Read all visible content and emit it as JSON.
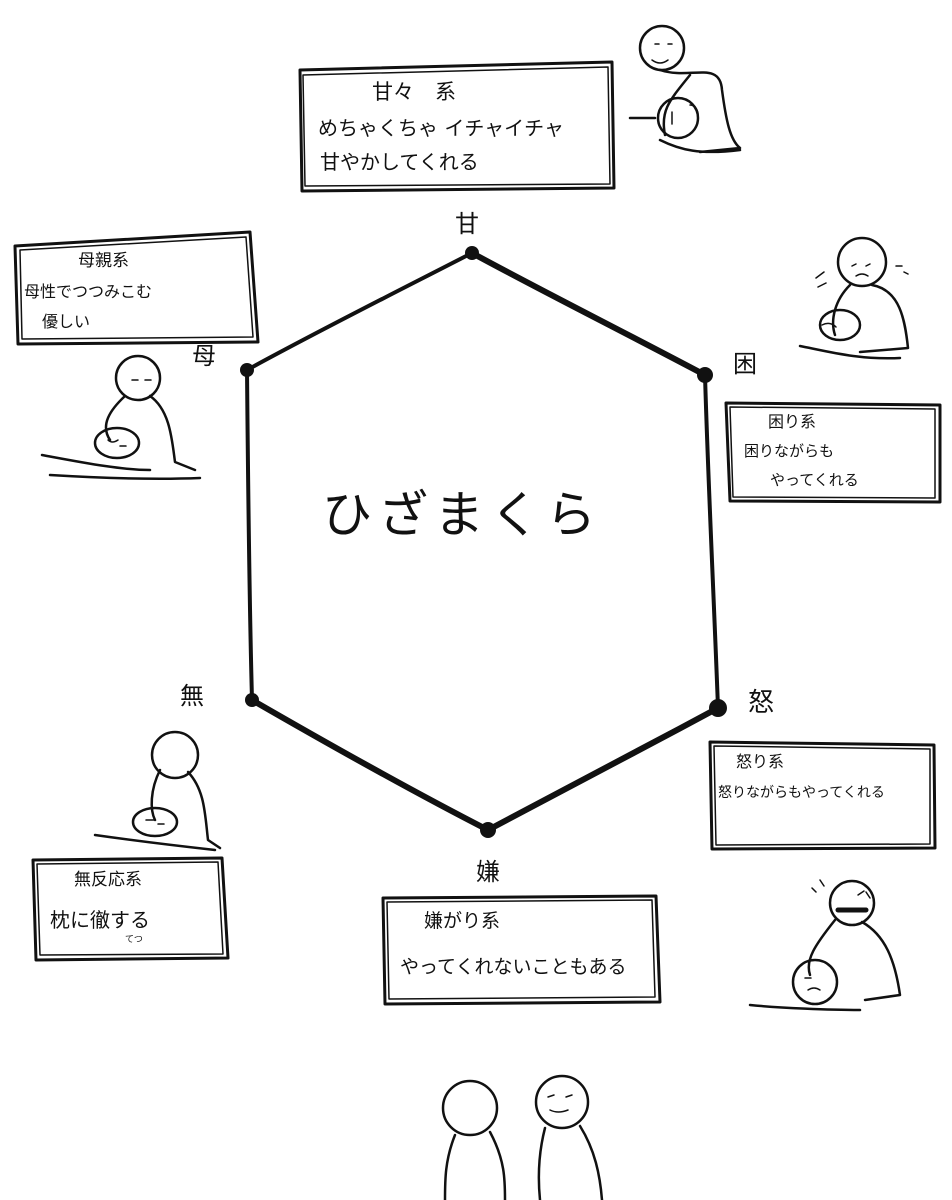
{
  "title": "ひざまくら",
  "vertices": {
    "top": "甘",
    "upper_right": "困",
    "lower_right": "怒",
    "bottom": "嫌",
    "lower_left": "無",
    "upper_left": "母"
  },
  "boxes": {
    "amaama": {
      "heading": "甘々　系",
      "line1": "めちゃくちゃ イチャイチャ",
      "line2": "甘やかしてくれる"
    },
    "hahaoya": {
      "heading": "母親系",
      "line1": "母性でつつみこむ",
      "line2": "優しい"
    },
    "komari": {
      "heading": "困り系",
      "line1": "困りながらも",
      "line2": "やってくれる"
    },
    "ikari": {
      "heading": "怒り系",
      "line1": "怒りながらもやってくれる"
    },
    "iyagari": {
      "heading": "嫌がり系",
      "line1": "やってくれないこともある"
    },
    "muhannou": {
      "heading": "無反応系",
      "line1": "枕に徹する",
      "furigana": "てつ"
    }
  }
}
